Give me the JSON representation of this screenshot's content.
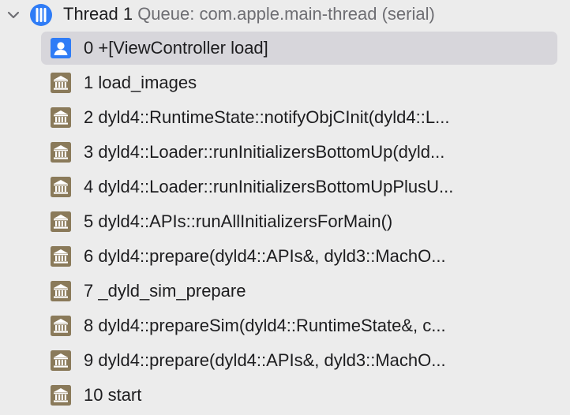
{
  "thread": {
    "name": "Thread 1",
    "queue": "Queue: com.apple.main-thread (serial)",
    "expanded": true,
    "icon": "thread-icon"
  },
  "frames": [
    {
      "label": "0 +[ViewController load]",
      "icon": "user-code-icon",
      "selected": true
    },
    {
      "label": "1 load_images",
      "icon": "system-library-icon",
      "selected": false
    },
    {
      "label": "2 dyld4::RuntimeState::notifyObjCInit(dyld4::L...",
      "icon": "system-library-icon",
      "selected": false
    },
    {
      "label": "3 dyld4::Loader::runInitializersBottomUp(dyld...",
      "icon": "system-library-icon",
      "selected": false
    },
    {
      "label": "4 dyld4::Loader::runInitializersBottomUpPlusU...",
      "icon": "system-library-icon",
      "selected": false
    },
    {
      "label": "5 dyld4::APIs::runAllInitializersForMain()",
      "icon": "system-library-icon",
      "selected": false
    },
    {
      "label": "6 dyld4::prepare(dyld4::APIs&, dyld3::MachO...",
      "icon": "system-library-icon",
      "selected": false
    },
    {
      "label": "7 _dyld_sim_prepare",
      "icon": "system-library-icon",
      "selected": false
    },
    {
      "label": "8 dyld4::prepareSim(dyld4::RuntimeState&, c...",
      "icon": "system-library-icon",
      "selected": false
    },
    {
      "label": "9 dyld4::prepare(dyld4::APIs&, dyld3::MachO...",
      "icon": "system-library-icon",
      "selected": false
    },
    {
      "label": "10 start",
      "icon": "system-library-icon",
      "selected": false
    }
  ],
  "colors": {
    "accent": "#2f7cf6",
    "selection": "#d7d6db",
    "library_icon": "#8a7a5a"
  }
}
